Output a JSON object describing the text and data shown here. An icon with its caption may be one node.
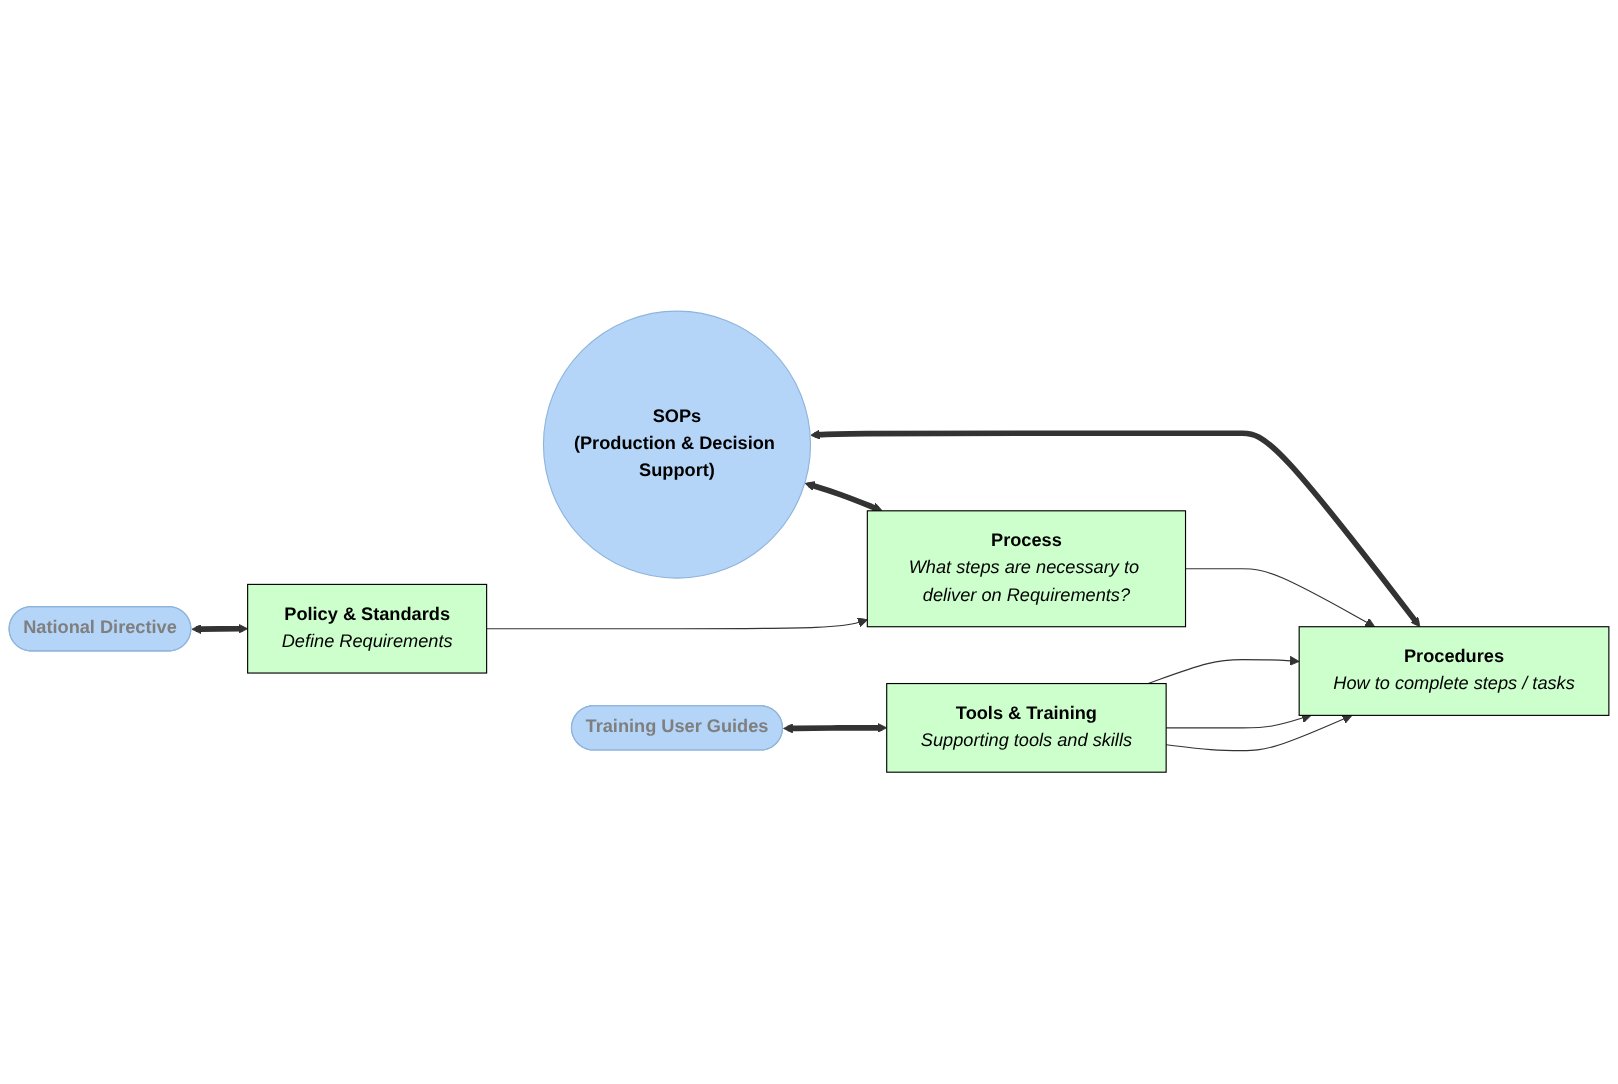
{
  "diagram": {
    "nodes": [
      {
        "text": [
          "National Directive"
        ]
      },
      {
        "text": [
          "SOPs",
          "(Production & Decision Support)"
        ]
      },
      {
        "text": [
          "Training User Guides"
        ]
      },
      {
        "text": [
          "Policy & Standards",
          "Define Requirements"
        ]
      },
      {
        "text": [
          "Process",
          "What steps are necessary to deliver on Requirements?"
        ]
      },
      {
        "text": [
          "Procedures",
          "How to complete steps / tasks"
        ]
      },
      {
        "text": [
          "Tools & Training",
          "Supporting tools and skills"
        ]
      }
    ],
    "edges": [
      {
        "from": 0,
        "to": 3,
        "arrow": "both",
        "style": "thick"
      },
      {
        "from": 1,
        "to": 4,
        "arrow": "both",
        "style": "thick"
      },
      {
        "from": 1,
        "to": 5,
        "arrow": "both",
        "style": "thick"
      },
      {
        "from": 2,
        "to": 6,
        "arrow": "both",
        "style": "thick"
      },
      {
        "from": 3,
        "to": 4,
        "arrow": "to"
      },
      {
        "from": 4,
        "to": 5,
        "arrow": "to"
      },
      {
        "from": 6,
        "to": 5,
        "arrow": "to"
      },
      {
        "from": 6,
        "to": 5,
        "arrow": "to"
      },
      {
        "from": 6,
        "to": 5,
        "arrow": "to"
      }
    ]
  }
}
